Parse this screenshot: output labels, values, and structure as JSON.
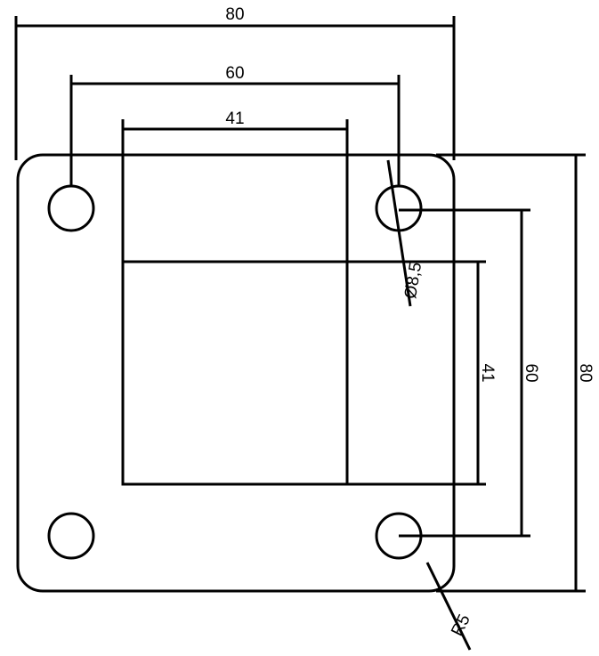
{
  "drawing": {
    "dimensions": {
      "outer_width": "80",
      "hole_spacing_horizontal": "60",
      "window_width": "41",
      "outer_height": "80",
      "hole_spacing_vertical": "60",
      "window_height": "41",
      "hole_diameter": "Ø8,5",
      "corner_radius": "R5"
    },
    "line_color": "#000000",
    "background_color": "#ffffff"
  }
}
